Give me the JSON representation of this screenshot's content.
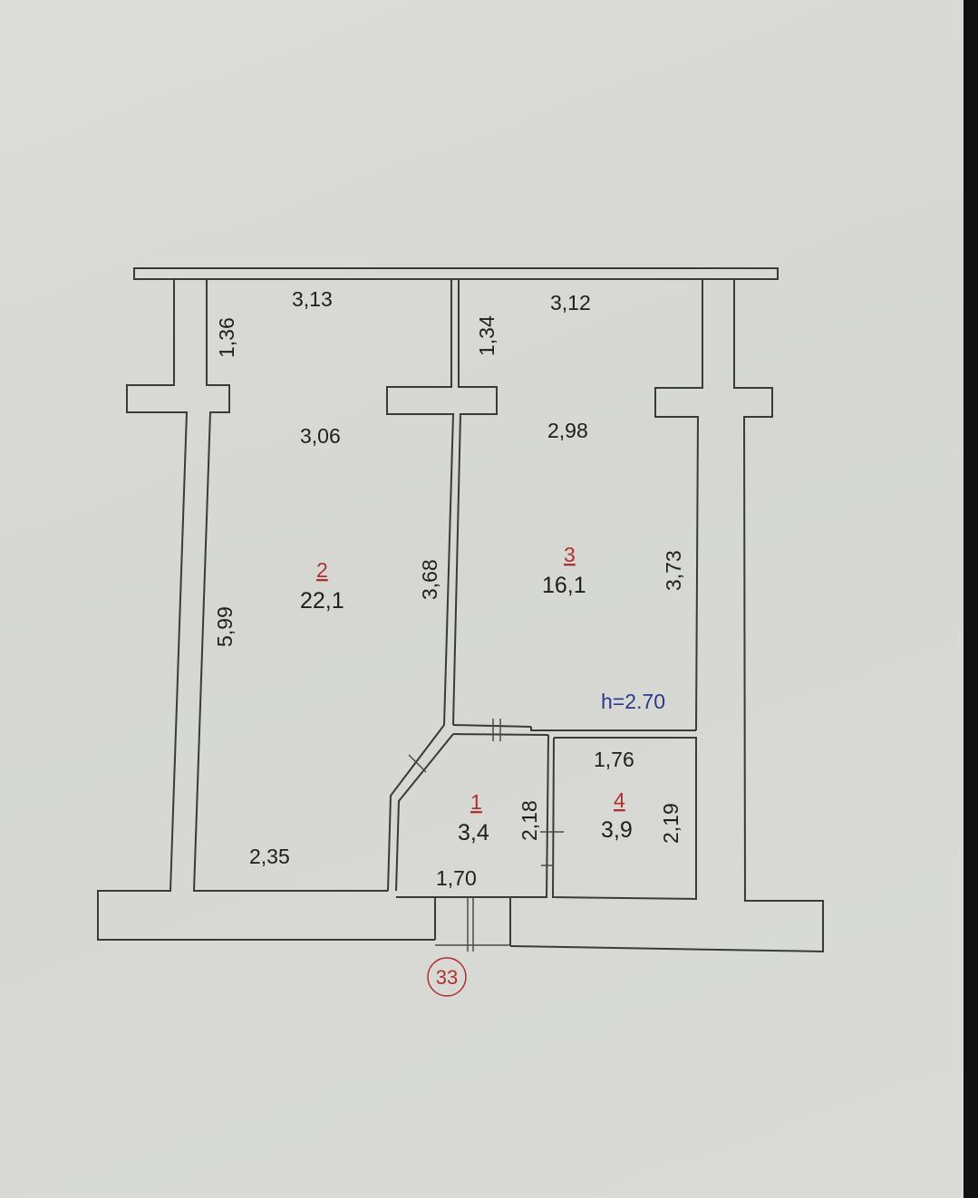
{
  "plan": {
    "rooms": [
      {
        "number": "2",
        "area": "22,1"
      },
      {
        "number": "3",
        "area": "16,1"
      },
      {
        "number": "1",
        "area": "3,4"
      },
      {
        "number": "4",
        "area": "3,9"
      }
    ],
    "dimensions": {
      "room2_top": "3,13",
      "room2_pier": "1,36",
      "room2_mid": "3,06",
      "room2_left": "5,99",
      "room2_right": "3,68",
      "room2_bottom": "2,35",
      "room3_top": "3,12",
      "room3_pier": "1,34",
      "room3_mid": "2,98",
      "room3_right": "3,73",
      "room1_side": "2,18",
      "room1_bottom": "1,70",
      "room4_top": "1,76",
      "room4_side": "2,19"
    },
    "ceiling_height": "h=2.70",
    "apartment_number": "33"
  }
}
